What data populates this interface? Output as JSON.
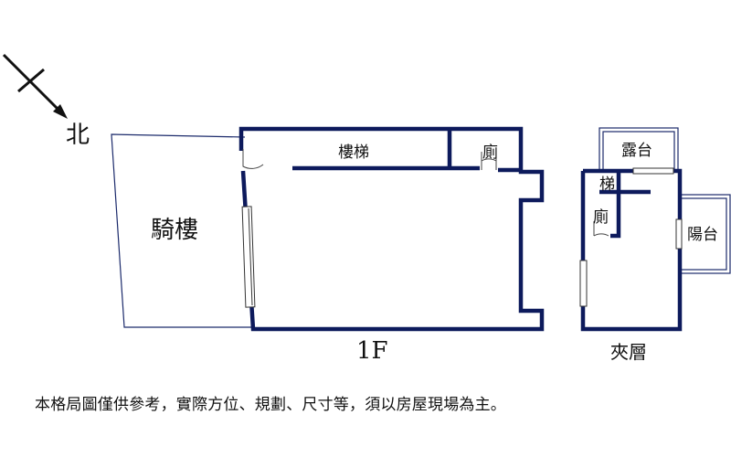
{
  "compass": {
    "north_label": "北"
  },
  "floor1": {
    "caption": "1F",
    "rooms": {
      "arcade": "騎樓",
      "stairs": "樓梯",
      "toilet": "廁"
    }
  },
  "mezzanine": {
    "caption": "夾層",
    "rooms": {
      "terrace": "露台",
      "stairs": "梯",
      "toilet": "廁",
      "balcony": "陽台"
    }
  },
  "disclaimer": "本格局圖僅供參考，實際方位、規劃、尺寸等，須以房屋現場為主。",
  "colors": {
    "wall": "#0d1a5c",
    "text": "#111111",
    "background": "#ffffff"
  }
}
